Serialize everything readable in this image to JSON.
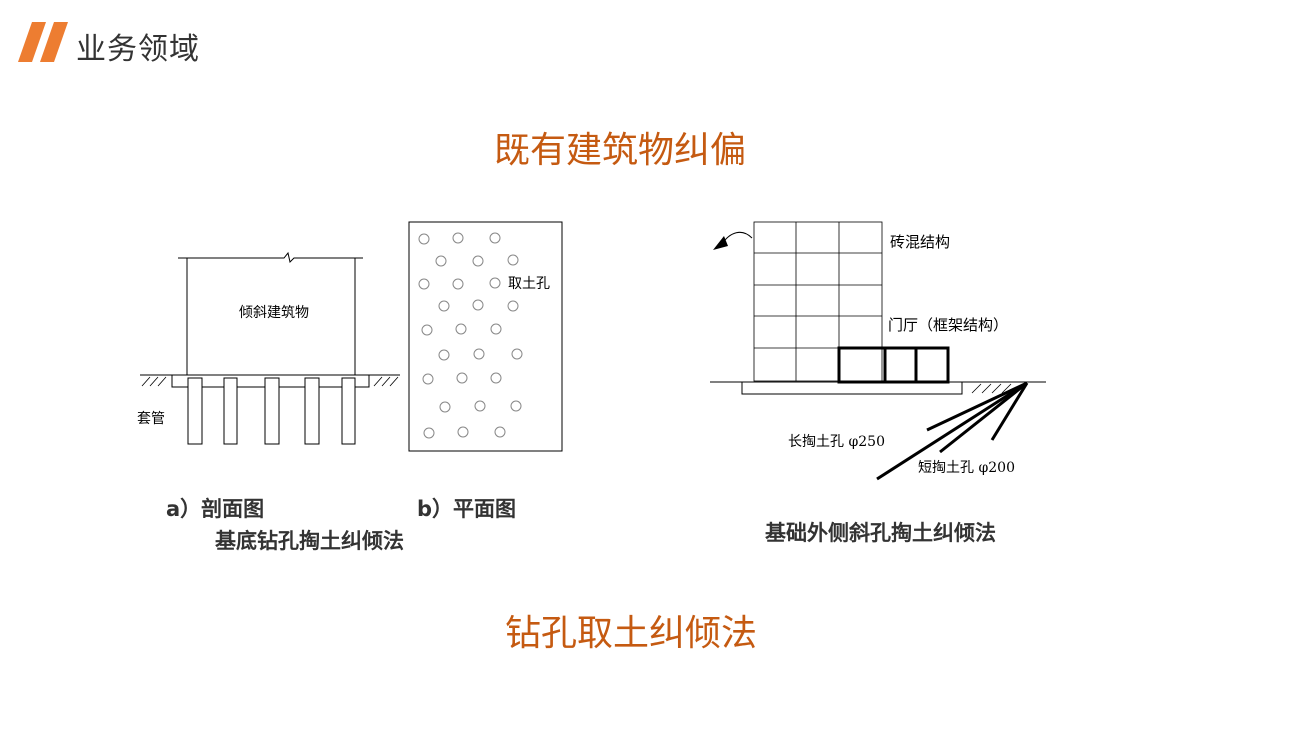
{
  "header": {
    "title": "业务领域",
    "accent_color": "#ed7d31"
  },
  "main_title": "既有建筑物纠偏",
  "bottom_title": "钻孔取土纠倾法",
  "left_diagram": {
    "building_label": "倾斜建筑物",
    "casing_label": "套管",
    "hole_label": "取土孔",
    "caption_a": "a）剖面图",
    "caption_b": "b）平面图",
    "caption_method": "基底钻孔掏土纠倾法"
  },
  "right_diagram": {
    "masonry_label": "砖混结构",
    "lobby_label": "门厅（框架结构）",
    "long_hole_label": "长掏土孔 φ250",
    "short_hole_label": "短掏土孔 φ200",
    "caption_method": "基础外侧斜孔掏土纠倾法"
  },
  "colors": {
    "title_orange": "#c55a11",
    "line": "#000000",
    "hole_outline": "#888888"
  }
}
